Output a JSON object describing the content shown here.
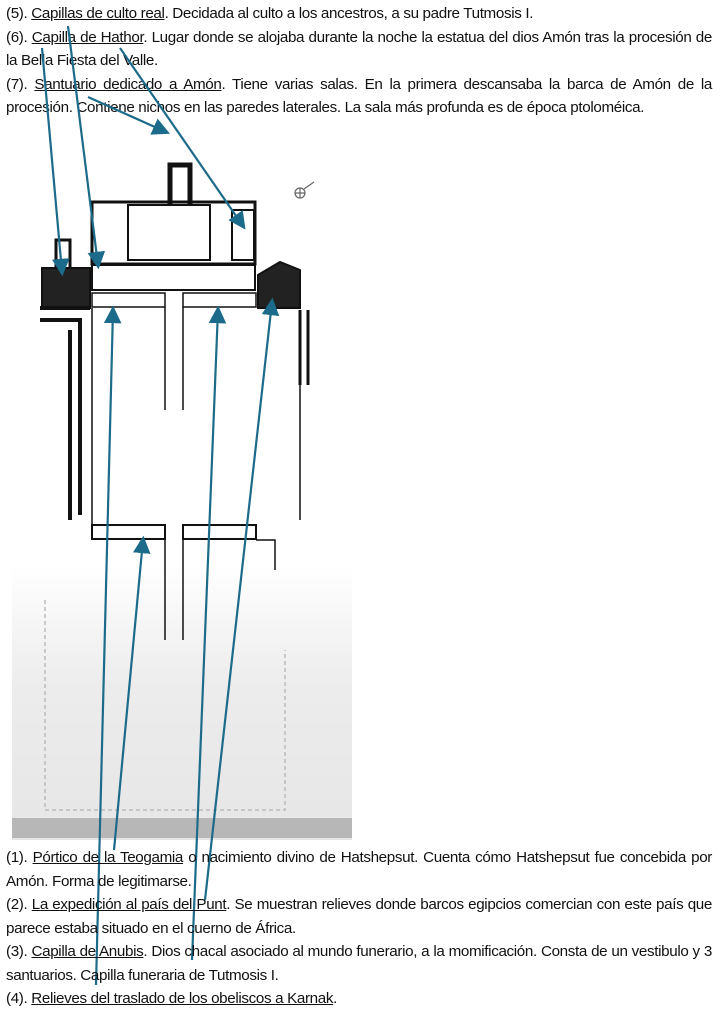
{
  "top_items": [
    {
      "num": "(5).",
      "title": "Capillas de culto real",
      "text": ". Decidada al culto a los ancestros, a su padre Tutmosis I."
    },
    {
      "num": "(6).",
      "title": "Capilla de Hathor",
      "text": ". Lugar donde se alojaba durante la noche la estatua del dios Amón tras la procesión de la Bella Fiesta del Valle."
    },
    {
      "num": "(7).",
      "title": "Santuario dedicado a Amón",
      "text": ". Tiene varias salas. En la primera descansaba la barca de Amón de la procesión. Contiene nichos en las paredes laterales. La sala más profunda es de época ptoloméica."
    }
  ],
  "bottom_items": [
    {
      "num": "(1).",
      "title": "Pórtico de la Teogamia",
      "text": " o nacimiento divino de Hatshepsut. Cuenta cómo Hatshepsut fue concebida por Amón. Forma de legitimarse."
    },
    {
      "num": "(2).",
      "title": "La expedición al país del Punt",
      "text": ". Se muestran relieves donde barcos egipcios comercian con este país que parece estaba situado en el cuerno de África."
    },
    {
      "num": "(3).",
      "title": "Capilla de Anubis",
      "text": ". Dios chacal asociado al mundo funerario, a la momificación. Consta de un vestibulo y 3 santuarios. Capilla funeraria de Tutmosis I."
    },
    {
      "num": "(4).",
      "title": "Relieves del traslado de los obeliscos a Karnak",
      "text": "."
    }
  ],
  "colors": {
    "arrow": "#1c6b8a",
    "plan": "#111111"
  },
  "icons": {
    "north": "north-arrow-icon"
  }
}
